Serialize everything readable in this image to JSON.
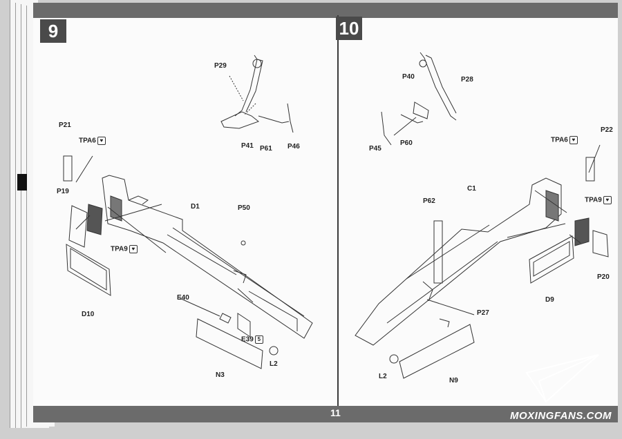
{
  "page_number": "11",
  "watermark": "MOXINGFANS.COM",
  "steps": {
    "left": "9",
    "right": "10"
  },
  "labels_left": {
    "p29": "P29",
    "p41": "P41",
    "p61": "P61",
    "p46": "P46",
    "p21": "P21",
    "tpa6": "TPA6",
    "p19": "P19",
    "tpa9": "TPA9",
    "d1": "D1",
    "p50": "P50",
    "d10": "D10",
    "e40": "E40",
    "e39": "E39",
    "n3": "N3",
    "l2": "L2"
  },
  "labels_right": {
    "p40": "P40",
    "p28": "P28",
    "p45": "P45",
    "p60": "P60",
    "tpa6": "TPA6",
    "p22": "P22",
    "c1": "C1",
    "p62": "P62",
    "tpa9": "TPA9",
    "p20": "P20",
    "d9": "D9",
    "p27": "P27",
    "l2": "L2",
    "n9": "N9"
  }
}
